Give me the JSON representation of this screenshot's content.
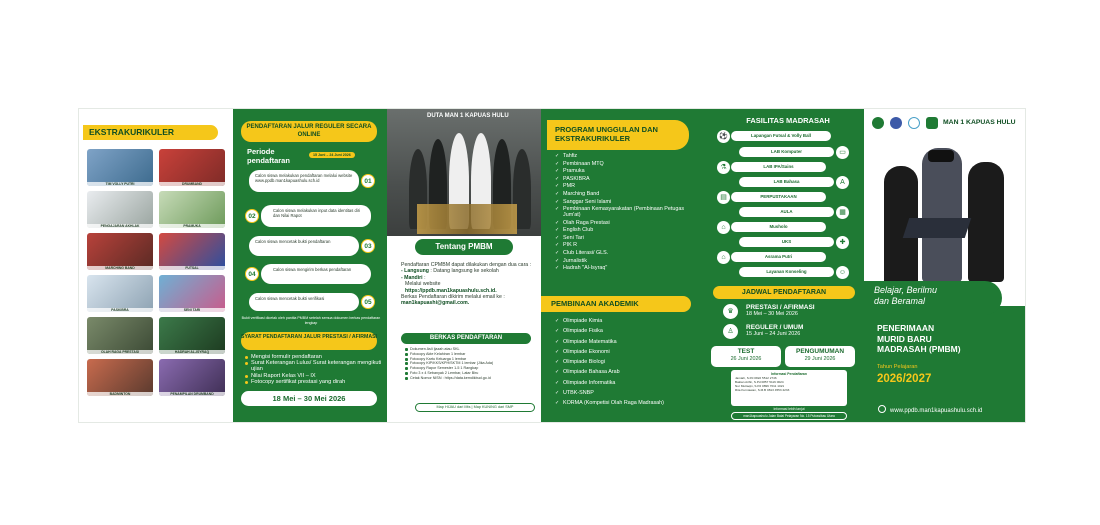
{
  "ekstra": {
    "title": "EKSTRAKURIKULER",
    "items": [
      "TIM VOLLY PUTRI",
      "DRUMBAND",
      "PENGAJARAN AKHLAK",
      "PRAMUKA",
      "MARCHING BAND",
      "FUTSAL",
      "PASKIBRA",
      "SENI TARI",
      "OLAH RAGA PRESTASI",
      "HADRAH AL-ISYRAQ",
      "BADMINTON",
      "PENAMPILAN DRUMBAND"
    ]
  },
  "reguler": {
    "title": "PENDAFTARAN JALUR REGULER SECARA ONLINE",
    "periode_label": "Periode pendaftaran",
    "periode_date": "15 Juni – 24 Juni 2026",
    "steps": [
      {
        "num": "01",
        "text": "Calon siswa melakukan pendaftaran melalui website www.ppdb.man1kapuashulu.sch.id"
      },
      {
        "num": "02",
        "text": "Calon siswa melakukan input data identitas diri dan Nilai Rapot"
      },
      {
        "num": "03",
        "text": "Calon siswa mencetak bukti pendaftaran"
      },
      {
        "num": "04",
        "text": "Calon siswa mengirim berkas pendaftaran"
      },
      {
        "num": "05",
        "text": "Calon siswa mencetak bukti verifikasi"
      }
    ],
    "note": "Bukti verifikasi dicetak oleh panitia PMBM setelah semua dokumen berkas pendaftaran lengkap"
  },
  "syarat": {
    "title": "SYARAT PENDAFTARAN JALUR PRESTASI / AFIRMASI",
    "items": [
      "Mengisi formulir pendaftaran",
      "Surat Keterangan Lulus/ Surat keterangan mengikuti ujian",
      "Nilai Raport Kelas VII – IX",
      "Fotocopy sertifikat prestasi yang dirah"
    ],
    "date": "18 Mei – 30 Mei 2026"
  },
  "tentang": {
    "hero_title": "DUTA MAN 1 KAPUAS HULU",
    "title": "Tentang PMBM",
    "intro": "Pendaftaran CPMBM dapat dilakukan dengan dua cara :",
    "langsung_label": "- Langsung",
    "langsung_text": ": Datang langsung ke sekolah",
    "mandiri_label": "- Mandiri",
    "mandiri_text": ":",
    "website_label": "Melalui website",
    "website": "https://ppdb.man1kapuashulu.sch.id.",
    "email_text": "Berkas Pendaftaran dikirim melalui email ke :",
    "email": "man1kapuashi@gmail.com."
  },
  "berkas": {
    "title": "BERKAS PENDAFTARAN",
    "items": [
      "Dokumen Asli Ijazah atau SKL",
      "Fotocopy Akte Kelahiran 1 lembar",
      "Fotocopy Kartu Keluarga 1 lembar",
      "Fotocopy KIP/KKS/KPH/SKTM 1 lembar (Jika Ada)",
      "Fotocopy Rapor Semester 1-5 1 Rangkap",
      "Foto 3 x 4 Sebanyak 2 Lembar, Latar Biru",
      "Cetak Nomor NISN : https://data.kemdikbud.go.id"
    ],
    "maps": "Map HIJAU dari Mts  |  Map KUNING dari SMP"
  },
  "program": {
    "title": "PROGRAM UNGGULAN DAN EKSTRAKURIKULER",
    "items": [
      "Tahfiz",
      "Pembinaan MTQ",
      "Pramuka",
      "PASKIBRA",
      "PMR",
      "Marching Band",
      "Sanggar Seni Islami",
      "Pembinaan Kemasyarakatan (Pembinaan Petugas Jum'at)",
      "Olah Raga Prestasi",
      "English Club",
      "Seni Tari",
      "PIK R",
      "Club Literasi/ GLS.",
      "Jurnalistik",
      "Hadrah \"Al-Isyraq\""
    ]
  },
  "akademik": {
    "title": "PEMBINAAN AKADEMIK",
    "items": [
      "Olimpiade Kimia",
      "Olimpiade Fisika",
      "Olimpiade Matematika",
      "Olimpiade Ekonomi",
      "Olimpiade Biologi",
      "Olimpiade Bahasa Arab",
      "Olimpiade Informatika",
      "UTBK-SNBP",
      "KORMA (Kompetisi Olah Raga Madrasah)"
    ]
  },
  "fasilitas": {
    "title": "FASILITAS MADRASAH",
    "items": [
      "Lapangan Futsal & Volly Ball",
      "LAB Komputer",
      "LAB IPA/Sains",
      "LAB Bahasa",
      "PERPUSTAKAAN",
      "AULA",
      "Musholo",
      "UKS",
      "Asrama Putri",
      "Layanan Konseling"
    ]
  },
  "jadwal": {
    "title": "JADWAL PENDAFTARAN",
    "prestasi_title": "PRESTASI / AFIRMASI",
    "prestasi_date": "18 Mei – 30 Mei 2026",
    "reguler_title": "REGULER / UMUM",
    "reguler_date": "15 Juni – 24 Juni 2026",
    "test_title": "TEST",
    "test_date": "26 Juni 2026",
    "pengumuman_title": "PENGUMUMAN",
    "pengumuman_date": "29 Juni 2026",
    "info_title": "Informasi Pendaftaran",
    "contacts": [
      "Jamiah, S.Pd  0822 5512 2746",
      "Bakian Arifin, S.Pd  0857 5116 0024",
      "Nur Muttaqin, S.Pd  0896 7011 1021",
      "Rita Kurniawan, S.M.B  0813 4553 2233"
    ],
    "lanjut": "Informasi lebih lanjut",
    "instagram": "man1kapuashulu   Jalan Balai Pelayaran No. 15 Putussibau Utara"
  },
  "cover": {
    "brand": "MAN 1 KAPUAS HULU",
    "tagline_line1": "Belajar, Berilmu",
    "tagline_line2": "dan Beramal",
    "pmbm_line1": "PENERIMAAN",
    "pmbm_line2": "MURID BARU",
    "pmbm_line3": "MADRASAH (PMBM)",
    "tahun_label": "Tahun Pelajaran",
    "tahun": "2026/2027",
    "website": "www.ppdb.man1kapuashulu.sch.id"
  },
  "colors": {
    "green": "#1f7a34",
    "yellow": "#f5c71a",
    "white": "#ffffff"
  }
}
